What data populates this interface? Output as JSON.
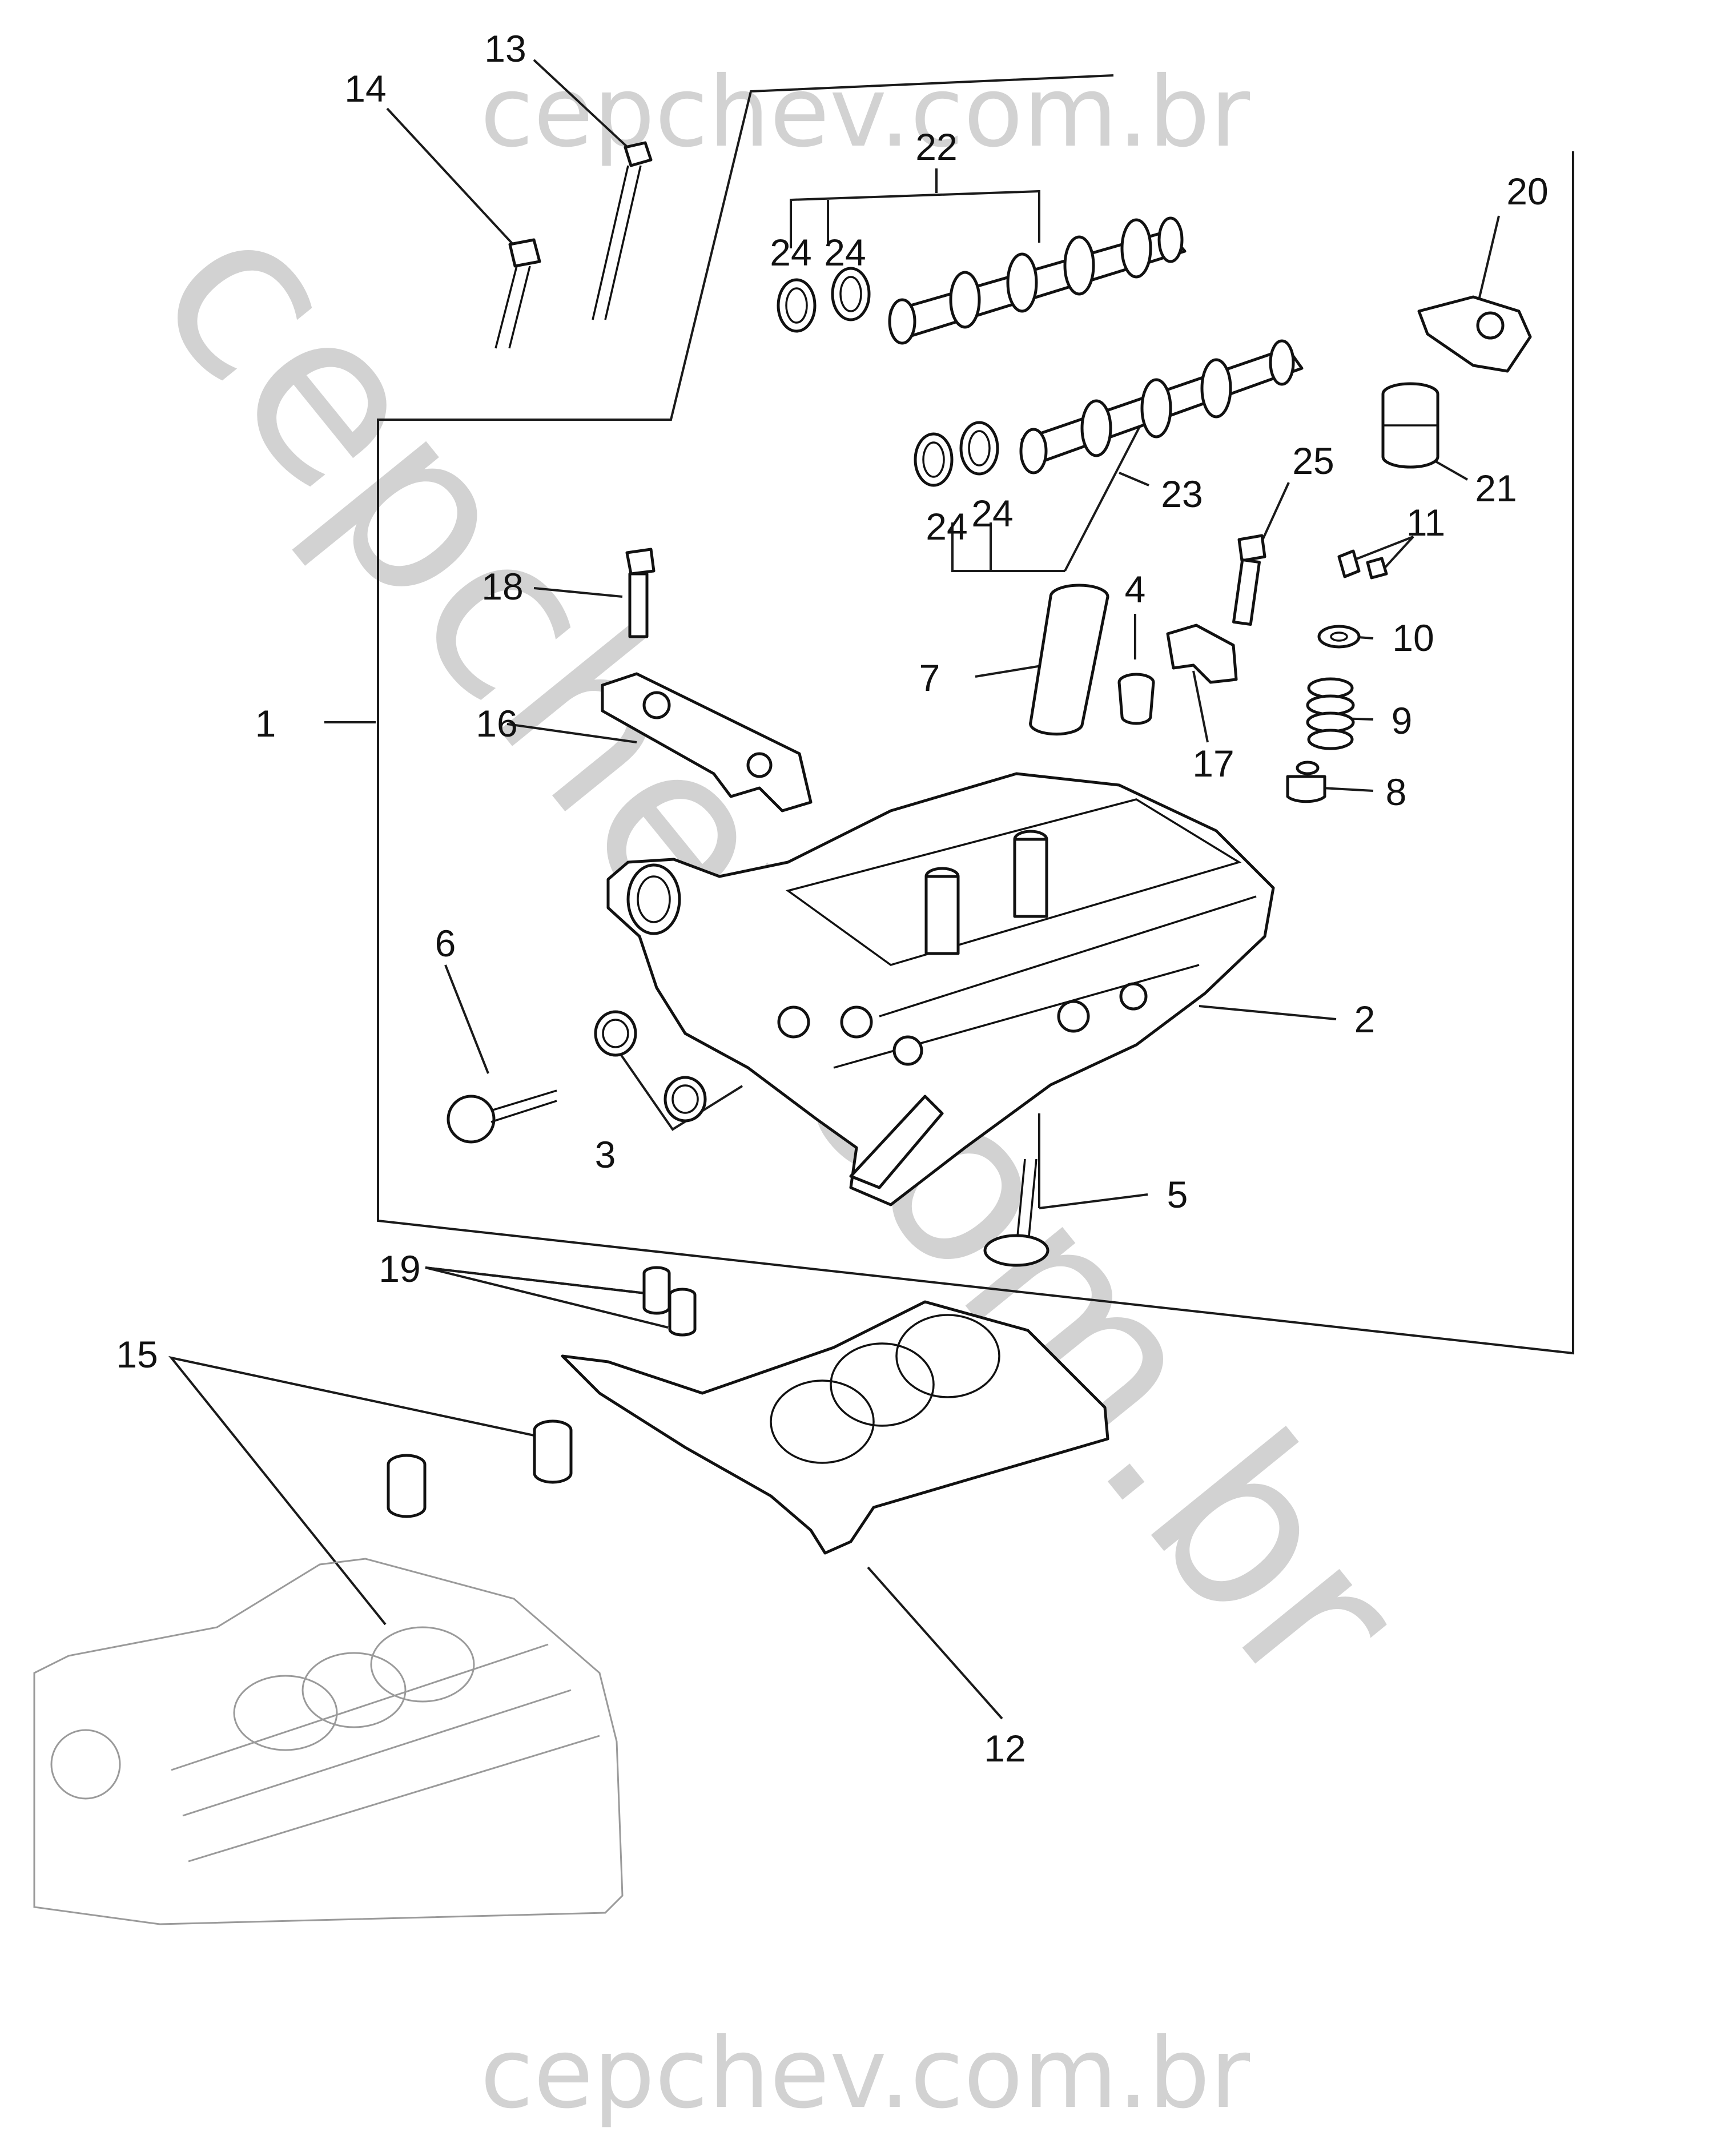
{
  "watermark": {
    "text": "cepchev.com.br",
    "color": "#d2d2d2"
  },
  "callouts": [
    {
      "id": "1",
      "label": "1"
    },
    {
      "id": "2",
      "label": "2"
    },
    {
      "id": "3",
      "label": "3"
    },
    {
      "id": "4",
      "label": "4"
    },
    {
      "id": "5",
      "label": "5"
    },
    {
      "id": "6",
      "label": "6"
    },
    {
      "id": "7",
      "label": "7"
    },
    {
      "id": "8",
      "label": "8"
    },
    {
      "id": "9",
      "label": "9"
    },
    {
      "id": "10",
      "label": "10"
    },
    {
      "id": "11",
      "label": "11"
    },
    {
      "id": "12",
      "label": "12"
    },
    {
      "id": "13",
      "label": "13"
    },
    {
      "id": "14",
      "label": "14"
    },
    {
      "id": "15",
      "label": "15"
    },
    {
      "id": "16",
      "label": "16"
    },
    {
      "id": "17",
      "label": "17"
    },
    {
      "id": "18",
      "label": "18"
    },
    {
      "id": "19",
      "label": "19"
    },
    {
      "id": "20",
      "label": "20"
    },
    {
      "id": "21",
      "label": "21"
    },
    {
      "id": "22",
      "label": "22"
    },
    {
      "id": "23",
      "label": "23"
    },
    {
      "id": "24a",
      "label": "24"
    },
    {
      "id": "24b",
      "label": "24"
    },
    {
      "id": "24c",
      "label": "24"
    },
    {
      "id": "24d",
      "label": "24"
    },
    {
      "id": "25",
      "label": "25"
    }
  ]
}
